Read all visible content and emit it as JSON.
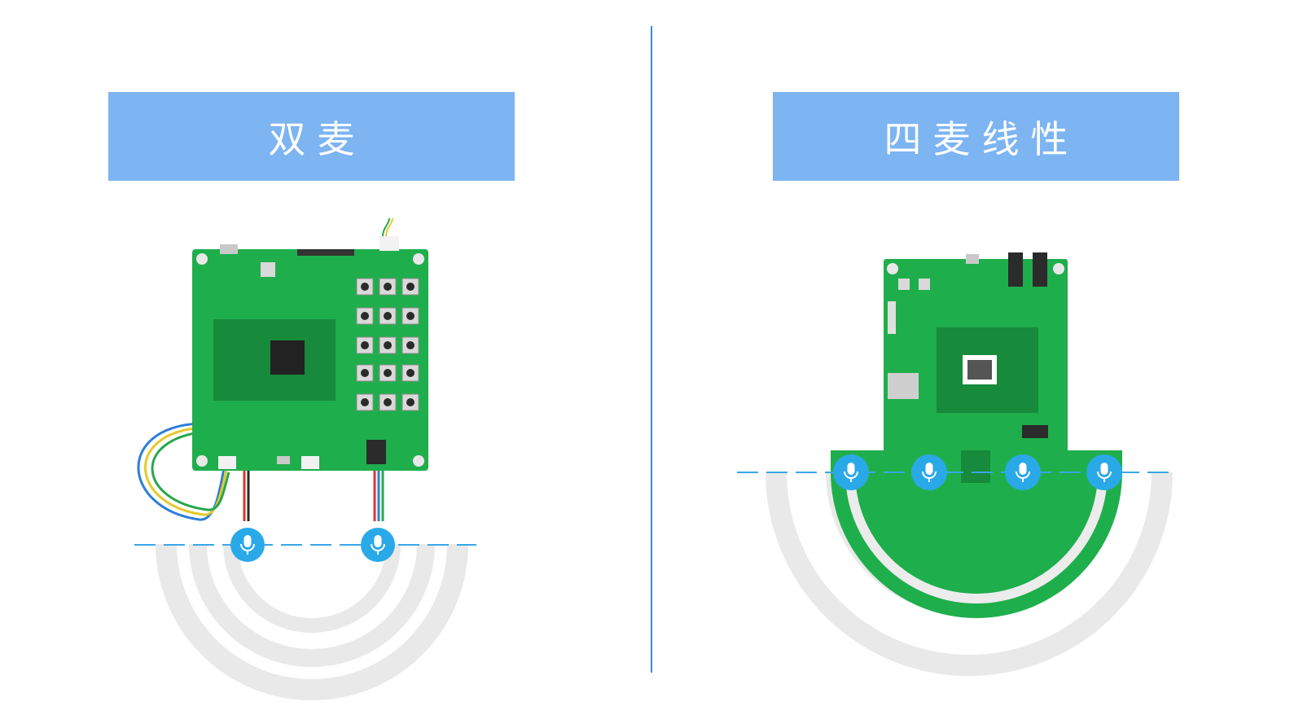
{
  "left_panel": {
    "title": "双麦",
    "mic_count": 2
  },
  "right_panel": {
    "title": "四麦线性",
    "mic_count": 4
  },
  "colors": {
    "header_bg": "#7db4f2",
    "divider": "#3f86e0",
    "pcb_green": "#1fae4c",
    "mic_badge": "#2aa9e8",
    "baseline": "#39a7e6",
    "sound_wave": "#e9e9e9"
  },
  "icons": {
    "mic": "microphone-icon"
  }
}
